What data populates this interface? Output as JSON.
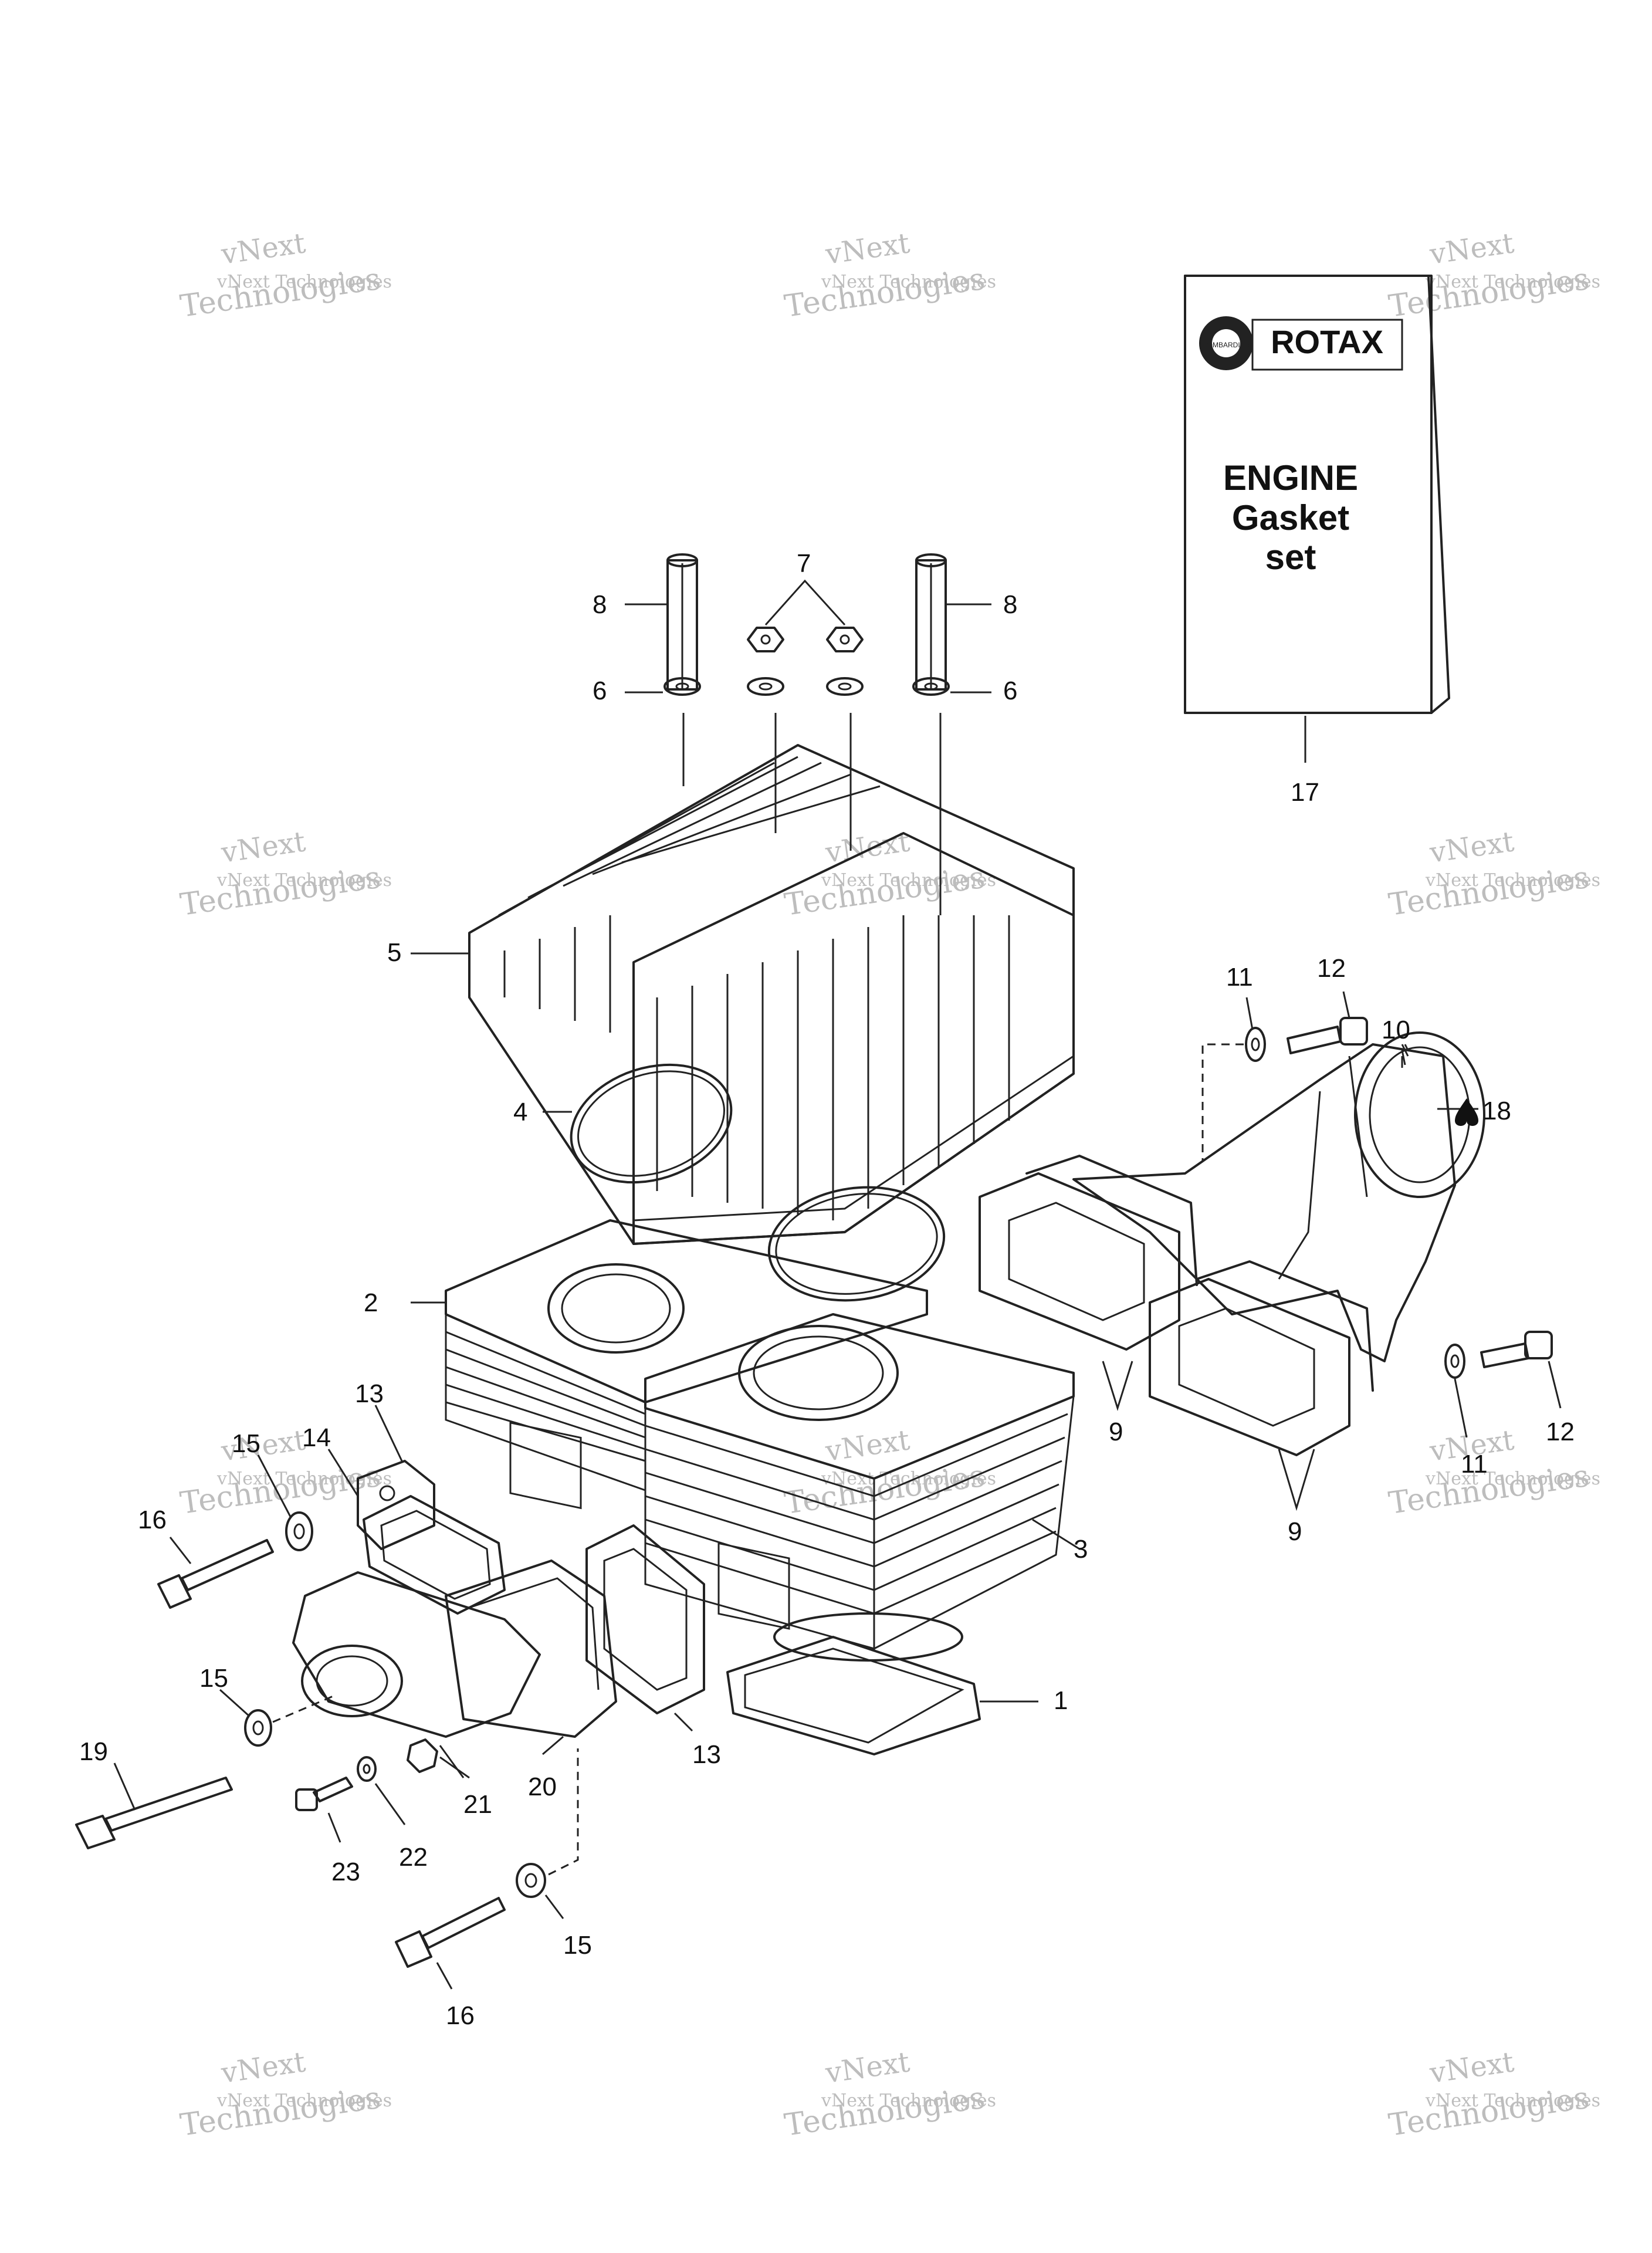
{
  "gasket_set_box": {
    "brand": "ROTAX",
    "title_line1": "ENGINE",
    "title_line2": "Gasket",
    "title_line3": "set",
    "logo_text": "BOMBARDIER"
  },
  "watermark": {
    "line1": "vNext Technologies",
    "line2": "vNext",
    "line3": "Technologies"
  },
  "callouts": {
    "c1": "1",
    "c2": "2",
    "c3": "3",
    "c4": "4",
    "c5": "5",
    "c6a": "6",
    "c6b": "6",
    "c7": "7",
    "c8a": "8",
    "c8b": "8",
    "c9a": "9",
    "c9b": "9",
    "c10": "10",
    "c11a": "11",
    "c11b": "11",
    "c12a": "12",
    "c12b": "12",
    "c13a": "13",
    "c13b": "13",
    "c14": "14",
    "c15a": "15",
    "c15b": "15",
    "c15c": "15",
    "c16a": "16",
    "c16b": "16",
    "c17": "17",
    "c18": "18",
    "c19": "19",
    "c20": "20",
    "c21": "21",
    "c22": "22",
    "c23": "23"
  },
  "lubricant_icon": "oil-drop-icon"
}
